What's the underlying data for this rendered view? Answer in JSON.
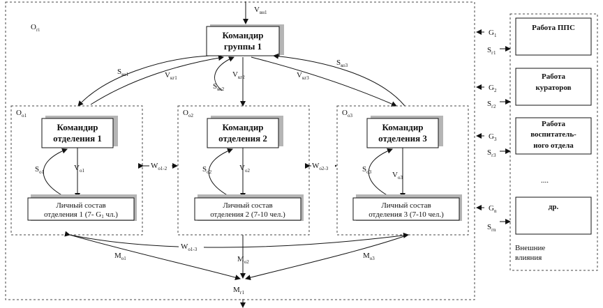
{
  "group_label": "O",
  "group_label_sub": "гi",
  "input_top": "V",
  "input_top_sub": "вн1",
  "output_bottom": "M",
  "output_bottom_sub": "г1",
  "commander_group": {
    "line1": "Командир",
    "line2": "группы 1"
  },
  "arrow_labels": {
    "s_ko1": {
      "main": "S",
      "sub": "ко1"
    },
    "v_kg1": {
      "main": "V",
      "sub": "кг1"
    },
    "s_ko2": {
      "main": "S",
      "sub": "ко2"
    },
    "v_kg2": {
      "main": "V",
      "sub": "кг2"
    },
    "v_kg3": {
      "main": "V",
      "sub": "кг3"
    },
    "s_ko3": {
      "main": "S",
      "sub": "ко3"
    }
  },
  "sections": [
    {
      "label": {
        "main": "O",
        "sub": "o1"
      },
      "commander": {
        "line1": "Командир",
        "line2": "отделения 1"
      },
      "s": {
        "main": "S",
        "sub": "o1"
      },
      "v": {
        "main": "V",
        "sub": "o1"
      },
      "staff": {
        "line1": "Личный состав",
        "line2": "отделения 1 (7-  G",
        "line2_sub": "1",
        "line2_end": " чл.)"
      },
      "m": {
        "main": "M",
        "sub": "o1"
      }
    },
    {
      "label": {
        "main": "O",
        "sub": "o2"
      },
      "commander": {
        "line1": "Командир",
        "line2": "отделения 2"
      },
      "s": {
        "main": "S",
        "sub": "o2"
      },
      "v": {
        "main": "V",
        "sub": "o2"
      },
      "staff": {
        "line1": "Личный состав",
        "line2": "отделения 2 (7-10 чел.)",
        "line2_sub": "",
        "line2_end": ""
      },
      "m": {
        "main": "M",
        "sub": "o2"
      }
    },
    {
      "label": {
        "main": "O",
        "sub": "o3"
      },
      "commander": {
        "line1": "Командир",
        "line2": "отделения 3"
      },
      "s": {
        "main": "S",
        "sub": "o3"
      },
      "v": {
        "main": "V",
        "sub": "o3"
      },
      "staff": {
        "line1": "Личный состав",
        "line2": "отделения 3 (7-10 чел.)",
        "line2_sub": "",
        "line2_end": ""
      },
      "m": {
        "main": "M",
        "sub": "o3"
      }
    }
  ],
  "links": {
    "w_o12": {
      "main": "W",
      "sub": "o1-2"
    },
    "w_o23": {
      "main": "W",
      "sub": "o2-3"
    },
    "w_o13": {
      "main": "W",
      "sub": "o1-3"
    }
  },
  "external": {
    "items": [
      {
        "lines": [
          "Работа ППС"
        ],
        "g": {
          "main": "G",
          "sub": "1"
        },
        "s": {
          "main": "S",
          "sub": "г1"
        }
      },
      {
        "lines": [
          "Работа",
          "кураторов"
        ],
        "g": {
          "main": "G",
          "sub": "2"
        },
        "s": {
          "main": "S",
          "sub": "г2"
        }
      },
      {
        "lines": [
          "Работа",
          "воспитатель-",
          "ного отдела"
        ],
        "g": {
          "main": "G",
          "sub": "3"
        },
        "s": {
          "main": "S",
          "sub": "г3"
        }
      },
      {
        "lines": [
          "др."
        ],
        "g": {
          "main": "G",
          "sub": "n"
        },
        "s": {
          "main": "S",
          "sub": "гn"
        }
      }
    ],
    "ellipsis": "....",
    "footer_line1": "Внешние",
    "footer_line2": "влияния"
  }
}
